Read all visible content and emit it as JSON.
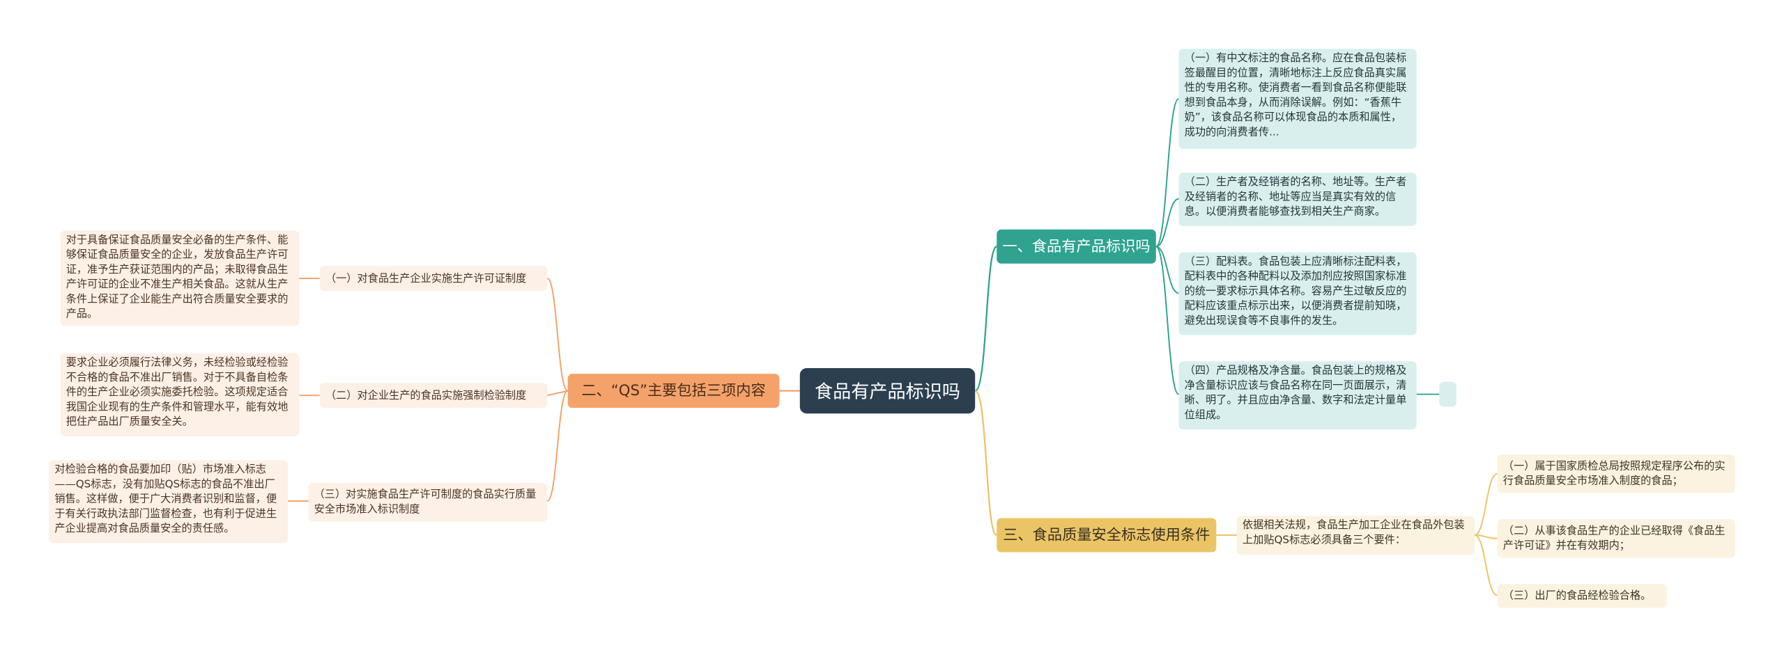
{
  "root": {
    "label": "食品有产品标识吗"
  },
  "branches": [
    {
      "label": "一、食品有产品标识吗",
      "color": "#2fa390",
      "children": [
        {
          "text": "（一）有中文标注的食品名称。应在食品包装标签最醒目的位置，清晰地标注上反应食品真实属性的专用名称。使消费者一看到食品名称便能联想到食品本身，从而消除误解。例如：“香蕉牛奶”，该食品名称可以体现食品的本质和属性，成功的向消费者传..."
        },
        {
          "text": "（二）生产者及经销者的名称、地址等。生产者及经销者的名称、地址等应当是真实有效的信息。以便消费者能够查找到相关生产商家。"
        },
        {
          "text": "（三）配料表。食品包装上应清晰标注配料表，配料表中的各种配料以及添加剂应按照国家标准的统一要求标示具体名称。容易产生过敏反应的配料应该重点标示出来，以便消费者提前知晓，避免出现误食等不良事件的发生。"
        },
        {
          "text": "（四）产品规格及净含量。食品包装上的规格及净含量标识应该与食品名称在同一页面展示，清晰、明了。并且应由净含量、数字和法定计量单位组成。"
        }
      ]
    },
    {
      "label": "二、“QS”主要包括三项内容",
      "color": "#f4a26a",
      "children": [
        {
          "label": "（一）对食品生产企业实施生产许可证制度",
          "detail": "对于具备保证食品质量安全必备的生产条件、能够保证食品质量安全的企业，发放食品生产许可证，准予生产获证范围内的产品；未取得食品生产许可证的企业不准生产相关食品。这就从生产条件上保证了企业能生产出符合质量安全要求的产品。"
        },
        {
          "label": "（二）对企业生产的食品实施强制检验制度",
          "detail": "要求企业必须履行法律义务，未经检验或经检验不合格的食品不准出厂销售。对于不具备自检条件的生产企业必须实施委托检验。这项规定适合我国企业现有的生产条件和管理水平，能有效地把住产品出厂质量安全关。"
        },
        {
          "label": "（三）对实施食品生产许可制度的食品实行质量安全市场准入标识制度",
          "detail": "对检验合格的食品要加印（贴）市场准入标志——QS标志，没有加贴QS标志的食品不准出厂销售。这样做，便于广大消费者识别和监督，便于有关行政执法部门监督检查，也有利于促进生产企业提高对食品质量安全的责任感。"
        }
      ]
    },
    {
      "label": "三、食品质量安全标志使用条件",
      "color": "#ebc466",
      "children": [
        {
          "label": "依据相关法规，食品生产加工企业在食品外包装上加贴QS标志必须具备三个要件：",
          "items": [
            "（一）属于国家质检总局按照规定程序公布的实行食品质量安全市场准入制度的食品；",
            "（二）从事该食品生产的企业已经取得《食品生产许可证》并在有效期内；",
            "（三）出厂的食品经检验合格。"
          ]
        }
      ]
    }
  ]
}
